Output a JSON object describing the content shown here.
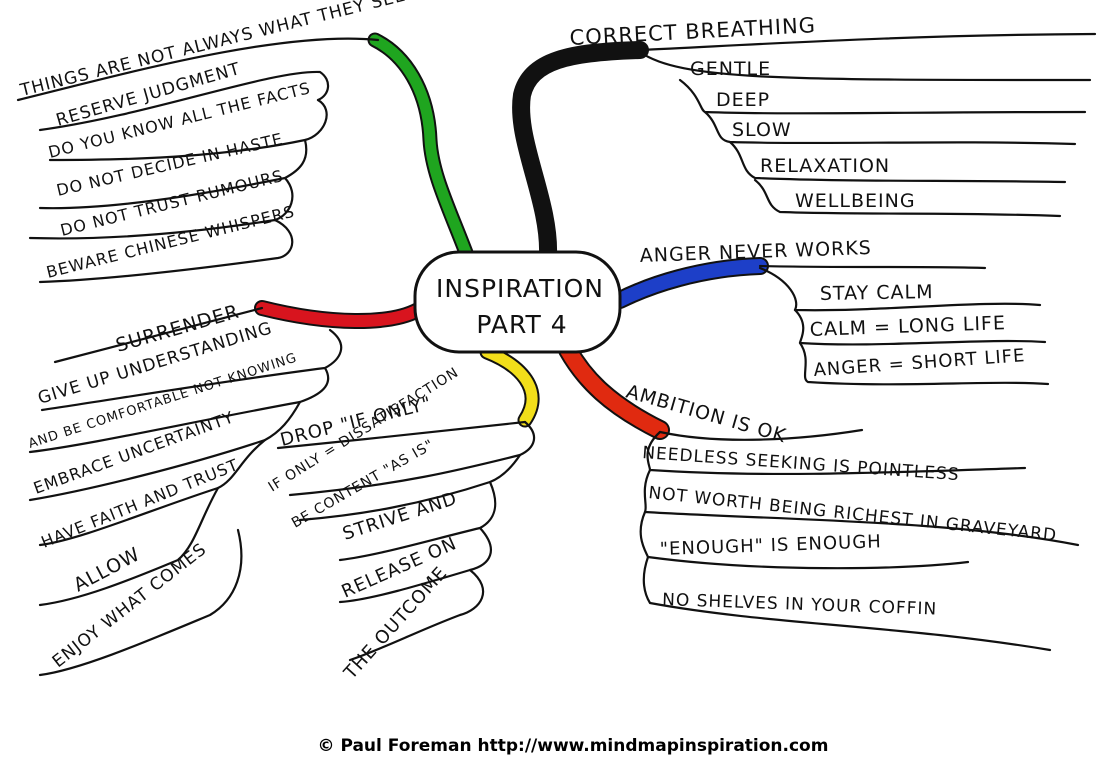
{
  "center": {
    "line1": "INSPIRATION",
    "line2": "PART 4"
  },
  "branches": {
    "top_left": {
      "color": "#1fa51f",
      "items": [
        "THINGS ARE NOT ALWAYS WHAT THEY SEEM",
        "RESERVE JUDGMENT",
        "DO YOU KNOW ALL THE FACTS",
        "DO NOT DECIDE IN HASTE",
        "DO NOT TRUST RUMOURS",
        "BEWARE CHINESE WHISPERS"
      ]
    },
    "top_right": {
      "color": "#111111",
      "title": "CORRECT BREATHING",
      "items": [
        "GENTLE",
        "DEEP",
        "SLOW",
        "RELAXATION",
        "WELLBEING"
      ]
    },
    "right": {
      "color": "#1d3fc8",
      "title": "ANGER NEVER WORKS",
      "items": [
        "STAY CALM",
        "CALM = LONG LIFE",
        "ANGER = SHORT LIFE"
      ]
    },
    "bottom_right": {
      "color": "#e02a10",
      "title": "AMBITION IS OK",
      "items": [
        "NEEDLESS SEEKING IS POINTLESS",
        "NOT WORTH BEING RICHEST IN GRAVEYARD",
        "\"ENOUGH\" IS ENOUGH",
        "NO SHELVES IN YOUR COFFIN"
      ]
    },
    "left": {
      "color": "#d8141e",
      "title": "SURRENDER",
      "items": [
        "GIVE UP UNDERSTANDING",
        "AND BE COMFORTABLE NOT KNOWING",
        "EMBRACE UNCERTAINTY",
        "HAVE FAITH AND TRUST",
        "ALLOW",
        "ENJOY WHAT COMES"
      ]
    },
    "bottom": {
      "color": "#f2de1a",
      "title": "DROP \"IF ONLY\"",
      "items": [
        "IF ONLY = DISSATISFACTION",
        "BE CONTENT \"AS IS\"",
        "STRIVE AND",
        "RELEASE ON",
        "THE OUTCOME"
      ]
    }
  },
  "credit": "© Paul Foreman http://www.mindmapinspiration.com"
}
